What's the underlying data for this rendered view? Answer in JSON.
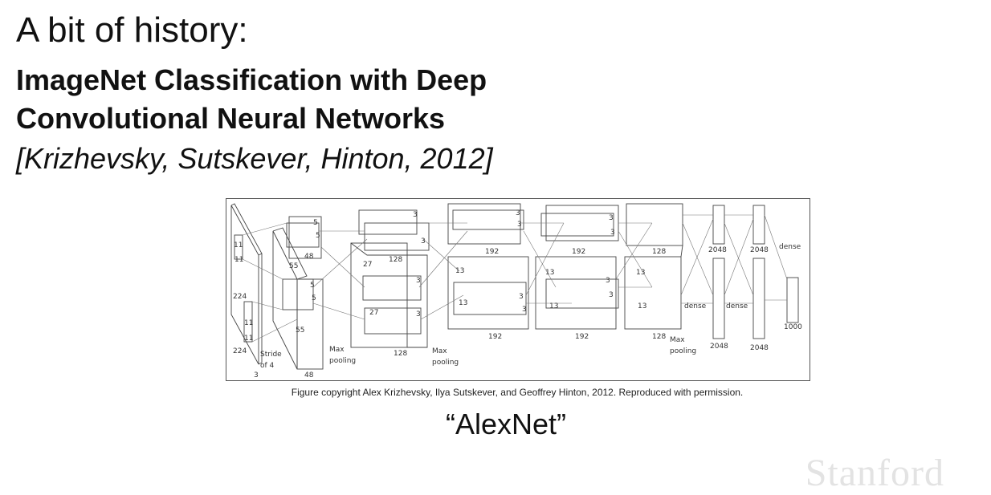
{
  "slide": {
    "heading": "A bit of history:",
    "title_line1": "ImageNet Classification with Deep",
    "title_line2": "Convolutional Neural Networks",
    "authors": "[Krizhevsky, Sutskever, Hinton, 2012]",
    "caption": "Figure copyright Alex Krizhevsky, Ilya Sutskever, and Geoffrey Hinton, 2012. Reproduced with permission.",
    "model_name": "“AlexNet”",
    "logo": "Stanford"
  },
  "diagram": {
    "labels": {
      "input_size": "224",
      "input_size2": "224",
      "input_depth": "3",
      "kernel1": "11",
      "kernel1b": "11",
      "kernel1c": "11",
      "kernel1d": "11",
      "stride_l1": "Stride",
      "stride_l2": "of 4",
      "map1": "55",
      "map1b": "55",
      "depth1": "48",
      "depth1b": "48",
      "k2": "5",
      "k2b": "5",
      "k2c": "5",
      "k2d": "5",
      "map2": "27",
      "map2b": "27",
      "depth2": "128",
      "depth2b": "128",
      "k3": "3",
      "k3b": "3",
      "k3c": "3",
      "k3d": "3",
      "map3": "13",
      "map3b": "13",
      "depth3": "192",
      "depth3b": "192",
      "k4": "3",
      "k4b": "3",
      "k4c": "3",
      "k4d": "3",
      "map4": "13",
      "map4b": "13",
      "depth4": "192",
      "depth4b": "192",
      "k5": "3",
      "k5b": "3",
      "k5c": "3",
      "k5d": "3",
      "map5": "13",
      "map5b": "13",
      "depth5": "128",
      "depth5b": "128",
      "fc1": "2048",
      "fc1b": "2048",
      "fc2": "2048",
      "fc2b": "2048",
      "dense1": "dense",
      "dense2": "dense",
      "dense3": "dense",
      "out": "1000",
      "maxpool1_l1": "Max",
      "maxpool1_l2": "pooling",
      "maxpool2_l1": "Max",
      "maxpool2_l2": "pooling",
      "maxpool3_l1": "Max",
      "maxpool3_l2": "pooling"
    }
  }
}
